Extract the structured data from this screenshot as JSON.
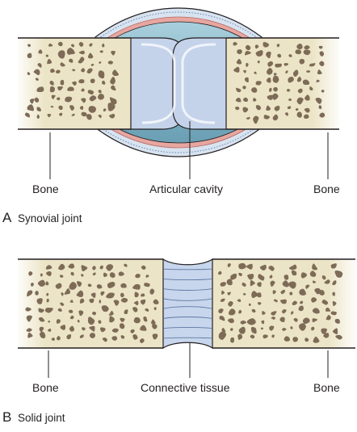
{
  "panels": [
    {
      "letter": "A",
      "title": "Synovial joint",
      "labels": {
        "left": "Bone",
        "center": "Articular cavity",
        "right": "Bone"
      }
    },
    {
      "letter": "B",
      "title": "Solid joint",
      "labels": {
        "left": "Bone",
        "center": "Connective tissue",
        "right": "Bone"
      }
    }
  ],
  "colors": {
    "bone": "#ece4c6",
    "pore": "#7d6b57",
    "outline": "#231f20",
    "cartilage": "#c4d3ea",
    "capsule": "#d8e3f0",
    "synovial_membrane": "#e8a6a0",
    "cavity": "#7fb0c2",
    "connective_tissue": "#c7d6ec"
  }
}
